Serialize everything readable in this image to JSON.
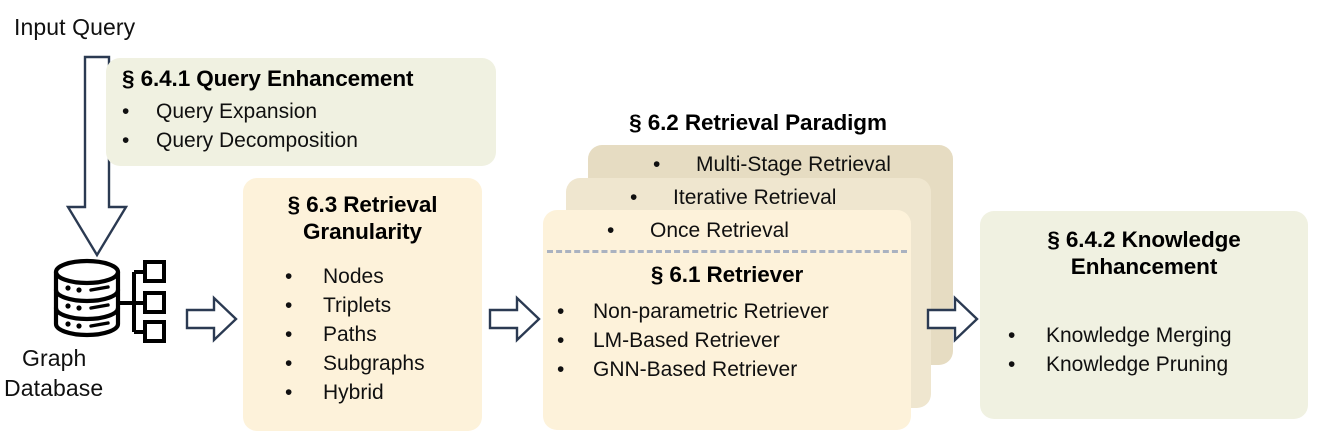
{
  "diagram": {
    "input_label": "Input Query",
    "db": {
      "line1": "Graph",
      "line2": "Database",
      "icon": "graph-database-icon"
    },
    "arrows": {
      "down": "arrow-down-icon",
      "right": "arrow-right-icon"
    },
    "bullet_glyph": "•",
    "colors": {
      "card_green": "#f0f1e1",
      "card_cream": "#fdf2da",
      "card_tan_back": "#e6dcc2",
      "card_tan_mid": "#efe6cf",
      "arrow_stroke": "#2b3a52",
      "dashed_separator": "#aab2c0",
      "text": "#101010"
    },
    "cards": {
      "query_enhancement": {
        "title": "§ 6.4.1 Query Enhancement",
        "items": [
          "Query Expansion",
          "Query Decomposition"
        ]
      },
      "retrieval_granularity": {
        "title_line1": "§ 6.3 Retrieval",
        "title_line2": "Granularity",
        "items": [
          "Nodes",
          "Triplets",
          "Paths",
          "Subgraphs",
          "Hybrid"
        ]
      },
      "retrieval_paradigm": {
        "title": "§ 6.2 Retrieval Paradigm",
        "items": [
          "Multi-Stage Retrieval",
          "Iterative Retrieval",
          "Once Retrieval"
        ]
      },
      "retriever": {
        "title": "§ 6.1 Retriever",
        "items": [
          "Non-parametric Retriever",
          "LM-Based Retriever",
          "GNN-Based Retriever"
        ]
      },
      "knowledge_enhancement": {
        "title_line1": "§ 6.4.2 Knowledge",
        "title_line2": "Enhancement",
        "items": [
          "Knowledge Merging",
          "Knowledge Pruning"
        ]
      }
    }
  }
}
